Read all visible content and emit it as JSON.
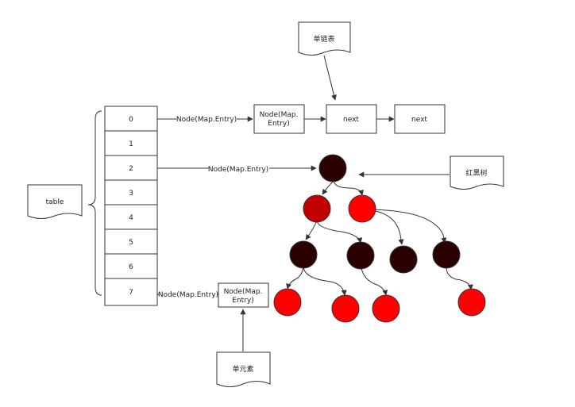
{
  "table_label": "table",
  "table_indices": [
    "0",
    "1",
    "2",
    "3",
    "4",
    "5",
    "6",
    "7"
  ],
  "edge_labels": {
    "row0": "Node(Map.Entry)",
    "row2": "Node(Map.Entry)",
    "row7": "Node(Map.Entry)"
  },
  "linked_list": {
    "head_lines": [
      "Node(Map.",
      "Entry)"
    ],
    "next1": "next",
    "next2": "next",
    "callout": "单链表"
  },
  "single_node": {
    "lines": [
      "Node(Map.",
      "Entry)"
    ],
    "callout": "单元素"
  },
  "red_black_tree": {
    "callout": "红黑树"
  },
  "colors": {
    "stroke": "#333333",
    "tree_dark": "#2a0000",
    "tree_dark_red": "#c00000",
    "tree_red": "#ff0000"
  }
}
